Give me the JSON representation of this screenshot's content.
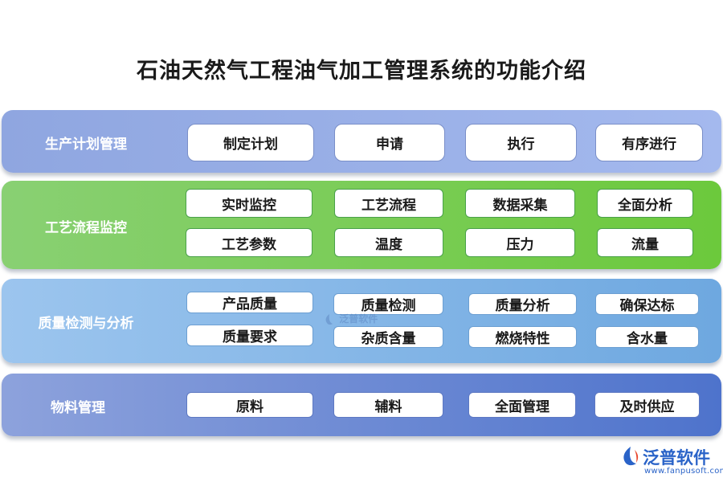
{
  "title": "石油天然气工程油气加工管理系统的功能介绍",
  "sections": [
    {
      "label": "生产计划管理",
      "items": [
        "制定计划",
        "申请",
        "执行",
        "有序进行"
      ]
    },
    {
      "label": "工艺流程监控",
      "items": [
        "实时监控",
        "工艺流程",
        "数据采集",
        "全面分析",
        "工艺参数",
        "温度",
        "压力",
        "流量"
      ]
    },
    {
      "label": "质量检测与分析",
      "items": [
        "产品质量",
        "质量检测",
        "质量分析",
        "确保达标",
        "质量要求",
        "杂质含量",
        "燃烧特性",
        "含水量"
      ]
    },
    {
      "label": "物料管理",
      "items": [
        "原料",
        "辅料",
        "全面管理",
        "及时供应"
      ]
    }
  ],
  "watermark": "泛普软件",
  "logo": {
    "name": "泛普软件",
    "url": "www.fanpusoft.com",
    "icon": "fanpu-logo-icon"
  },
  "colors": {
    "band1": "#9db2ea",
    "band2": "#78cc52",
    "band3": "#86b8e8",
    "band4": "#6f8fd6",
    "brand": "#2a63c8"
  }
}
